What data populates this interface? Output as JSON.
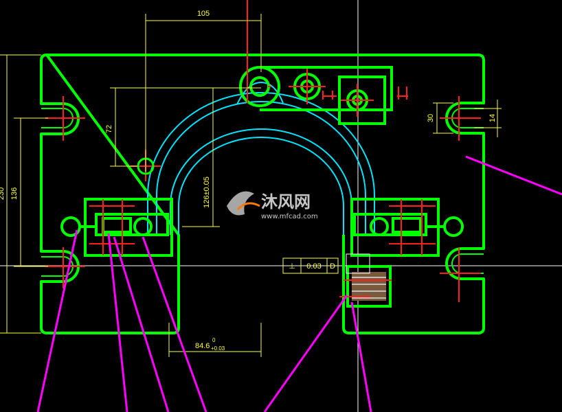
{
  "dimensions": {
    "top_width": "105",
    "height_72": "72",
    "height_126": "126±0.05",
    "overall_height": "230",
    "height_136": "136",
    "slot_30": "30",
    "slot_14": "14",
    "bottom_width_main": "84.6",
    "bottom_width_sup": "0",
    "bottom_width_sub": "+0.03"
  },
  "tolerance_frame": {
    "symbol": "⊥",
    "value": "0.03",
    "datum": "D"
  },
  "watermark": {
    "brand": "沐风网",
    "url": "www.mfcad.com"
  },
  "colors": {
    "background": "#000000",
    "outline": "#00ff00",
    "arch": "#00e5ff",
    "centerline": "#ff2020",
    "dimension": "#ffff33",
    "leader": "#ff00ff",
    "crosshair": "#ffffff"
  }
}
